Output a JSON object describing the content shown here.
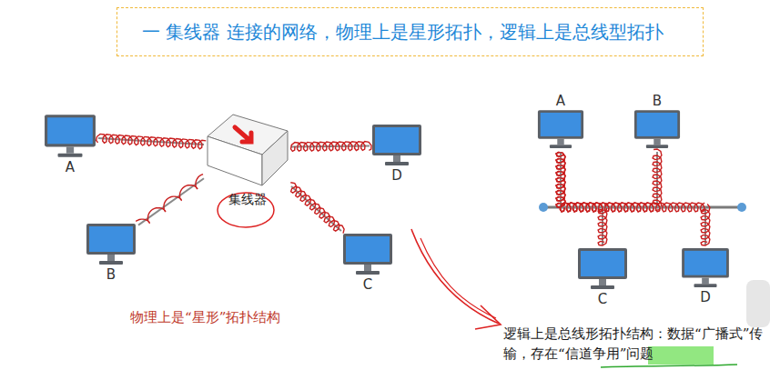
{
  "diagram": {
    "title": "一 集线器 连接的网络，物理上是星形拓扑，逻辑上是总线型拓扑",
    "nodes": [
      {
        "text": [
          "A"
        ]
      },
      {
        "text": [
          "集线器"
        ]
      },
      {
        "text": [
          "D"
        ]
      },
      {
        "text": [
          "B"
        ]
      },
      {
        "text": [
          "C"
        ]
      },
      {
        "text": [
          "A"
        ]
      },
      {
        "text": [
          "B"
        ]
      },
      {
        "text": [
          "C"
        ]
      },
      {
        "text": [
          "D"
        ]
      }
    ],
    "edges": [
      {
        "from": 1,
        "to": 0,
        "arrow": "none"
      },
      {
        "from": 1,
        "to": 2,
        "arrow": "none"
      },
      {
        "from": 1,
        "to": 3,
        "arrow": "none"
      },
      {
        "from": 1,
        "to": 4,
        "arrow": "none"
      },
      {
        "from": 5,
        "to": 6,
        "arrow": "none"
      },
      {
        "from": 5,
        "to": 7,
        "arrow": "none"
      },
      {
        "from": 5,
        "to": 8,
        "arrow": "none"
      }
    ],
    "labels": [
      "物理上是“星形”拓扑结构",
      "逻辑上是总线形拓扑结构：数据“广播式”传输，存在“信道争用”问题"
    ]
  }
}
